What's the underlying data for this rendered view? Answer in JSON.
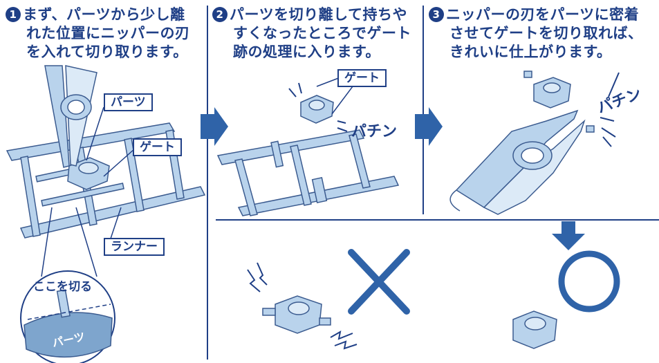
{
  "colors": {
    "accent": "#1f3f86",
    "plastic": "#b9d3ec",
    "plastic_dark": "#7ea5cd",
    "wash": "#dceaf7",
    "arrow": "#2f63a8"
  },
  "steps": [
    {
      "num": "1",
      "lines": [
        "まず、パーツから少し離",
        "れた位置にニッパーの刃",
        "を入れて切り取ります。"
      ]
    },
    {
      "num": "2",
      "lines": [
        "パーツを切り離して持ちや",
        "すくなったところでゲート",
        "跡の処理に入ります。"
      ]
    },
    {
      "num": "3",
      "lines": [
        "ニッパーの刃をパーツに密着",
        "させてゲートを切り取れば、",
        "きれいに仕上がります。"
      ]
    }
  ],
  "labels": {
    "parts": "パーツ",
    "gate": "ゲート",
    "runner": "ランナー",
    "gate2": "ゲート",
    "cut_here": "ここを切る",
    "circle_parts": "パーツ",
    "snap2": "パチン",
    "snap3": "パチン"
  },
  "result_marks": {
    "bad": "cross-mark",
    "good": "circle-mark"
  },
  "icons": [
    "arrow-right-icon",
    "arrow-down-icon",
    "spark-icon"
  ]
}
